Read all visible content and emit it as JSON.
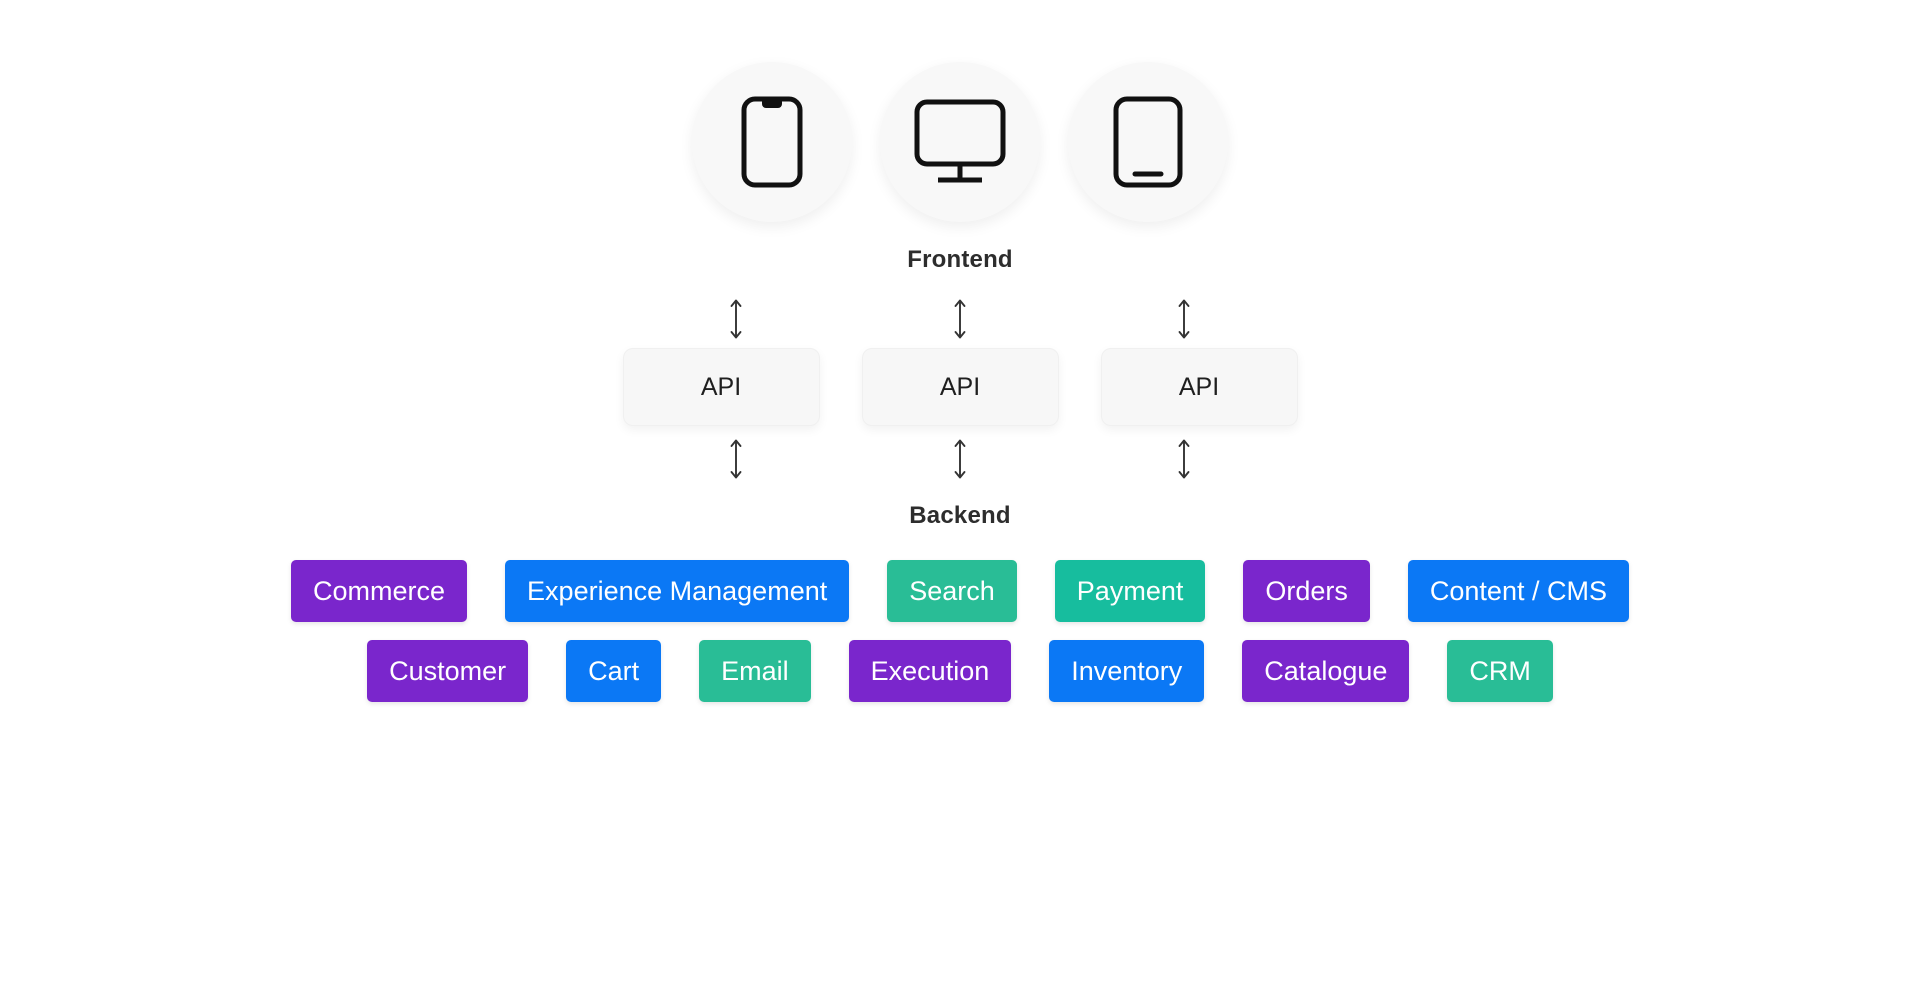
{
  "frontend": {
    "heading": "Frontend",
    "devices": [
      {
        "icon": "mobile-phone-icon",
        "name": "phone"
      },
      {
        "icon": "desktop-monitor-icon",
        "name": "desktop"
      },
      {
        "icon": "tablet-icon",
        "name": "tablet"
      }
    ]
  },
  "connectors": {
    "glyph": "double-headed-vertical-arrow",
    "top": [
      "bidirectional-arrow",
      "bidirectional-arrow",
      "bidirectional-arrow"
    ],
    "bottom": [
      "bidirectional-arrow",
      "bidirectional-arrow",
      "bidirectional-arrow"
    ]
  },
  "api_layer": {
    "boxes": [
      {
        "label": "API"
      },
      {
        "label": "API"
      },
      {
        "label": "API"
      }
    ]
  },
  "backend": {
    "heading": "Backend",
    "colors": {
      "purple": "#7a26cc",
      "blue": "#0b78f5",
      "teal": "#29bd96"
    },
    "rows": [
      [
        {
          "label": "Commerce",
          "color": "#7a26cc"
        },
        {
          "label": "Experience Management",
          "color": "#0b78f5"
        },
        {
          "label": "Search",
          "color": "#29bd96"
        },
        {
          "label": "Payment",
          "color": "#17bd9e"
        },
        {
          "label": "Orders",
          "color": "#7a26cc"
        },
        {
          "label": "Content / CMS",
          "color": "#0b78f5"
        }
      ],
      [
        {
          "label": "Customer",
          "color": "#7a26cc"
        },
        {
          "label": "Cart",
          "color": "#0b78f5"
        },
        {
          "label": "Email",
          "color": "#29bd96"
        },
        {
          "label": "Execution",
          "color": "#7a26cc"
        },
        {
          "label": "Inventory",
          "color": "#0b78f5"
        },
        {
          "label": "Catalogue",
          "color": "#7a26cc"
        },
        {
          "label": "CRM",
          "color": "#29bd96"
        }
      ]
    ]
  }
}
